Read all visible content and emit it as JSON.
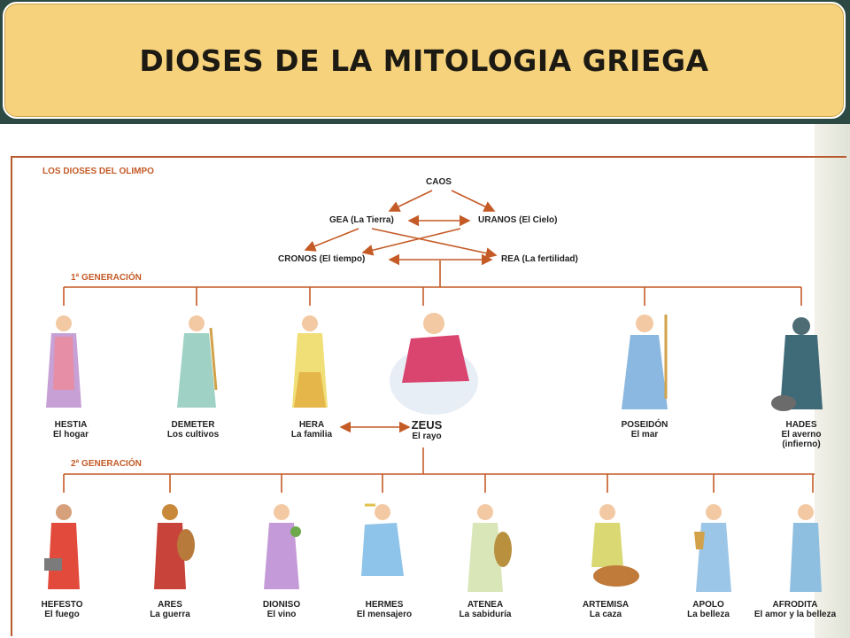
{
  "title": "DIOSES DE LA MITOLOGIA GRIEGA",
  "diagram": {
    "heading": "LOS DIOSES DEL OLIMPO",
    "primordial": {
      "caos": "CAOS",
      "gea": "GEA (La Tierra)",
      "uranos": "URANOS (El Cielo)",
      "cronos": "CRONOS  (El tiempo)",
      "rea": "REA (La fertilidad)"
    },
    "gen1_label": "1ª GENERACIÓN",
    "gen2_label": "2ª GENERACIÓN",
    "gen1": [
      {
        "name": "HESTIA",
        "domain": "El hogar"
      },
      {
        "name": "DEMETER",
        "domain": "Los cultivos"
      },
      {
        "name": "HERA",
        "domain": "La familia"
      },
      {
        "name": "ZEUS",
        "domain": "El rayo"
      },
      {
        "name": "POSEIDÓN",
        "domain": "El mar"
      },
      {
        "name": "HADES",
        "domain": "El averno",
        "domain2": "(infierno)"
      }
    ],
    "gen2": [
      {
        "name": "HEFESTO",
        "domain": "El fuego"
      },
      {
        "name": "ARES",
        "domain": "La guerra"
      },
      {
        "name": "DIONISO",
        "domain": "El vino"
      },
      {
        "name": "HERMES",
        "domain": "El mensajero"
      },
      {
        "name": "ATENEA",
        "domain": "La sabiduría"
      },
      {
        "name": "ARTEMISA",
        "domain": "La caza"
      },
      {
        "name": "APOLO",
        "domain": "La belleza"
      },
      {
        "name": "AFRODITA",
        "domain": "El amor y la belleza"
      }
    ],
    "colors": {
      "title_bg": "#f7d27c",
      "band": "#2c4a43",
      "line": "#c45a26",
      "text": "#222222"
    }
  }
}
